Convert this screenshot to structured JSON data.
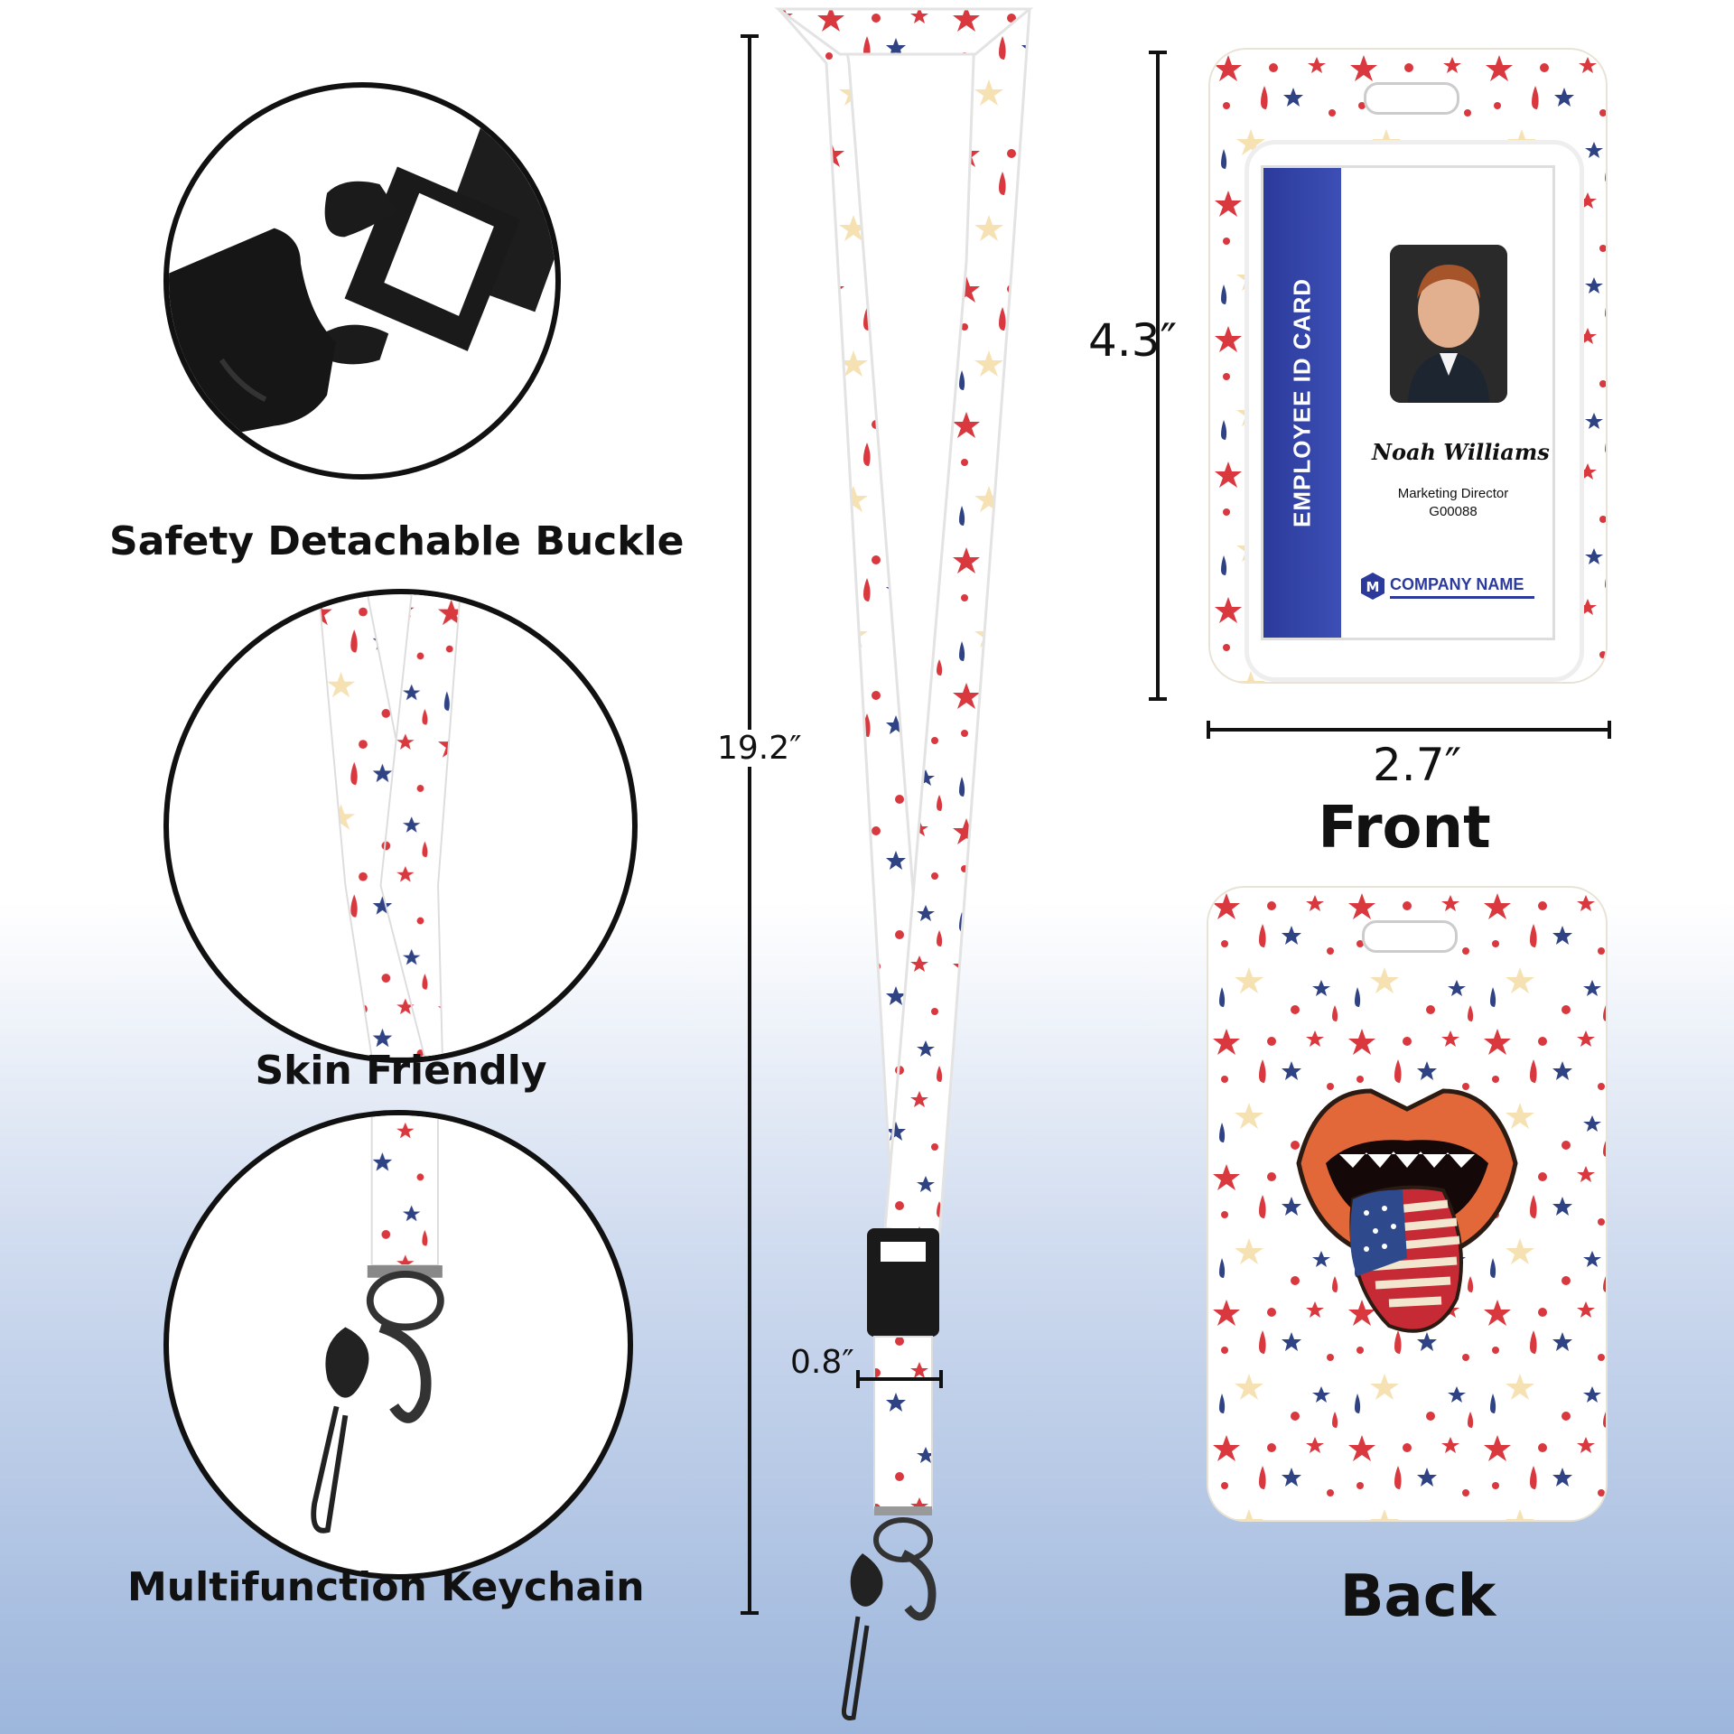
{
  "features": [
    {
      "label": "Safety Detachable Buckle",
      "icon": "buckle-icon"
    },
    {
      "label": "Skin Friendly",
      "icon": "lanyard-strap-icon"
    },
    {
      "label": "Multifunction Keychain",
      "icon": "keychain-icon"
    }
  ],
  "dimensions": {
    "lanyard_length": "19.2″",
    "strap_width": "0.8″",
    "card_height": "4.3″",
    "card_width": "2.7″"
  },
  "front": {
    "label": "Front",
    "id_card": {
      "strip_text": "EMPLOYEE ID CARD",
      "name": "Noah  Williams",
      "title": "Marketing Director",
      "id": "G00088",
      "company": "COMPANY NAME",
      "logo_letter": "M"
    }
  },
  "back": {
    "label": "Back",
    "artwork": "lips-with-flag-tongue-icon"
  },
  "colors": {
    "star_red": "#d8383e",
    "star_blue": "#2f4283",
    "star_cream": "#f6e1b3",
    "id_blue": "#2b3a9b",
    "background_bottom": "#9db6dc"
  }
}
